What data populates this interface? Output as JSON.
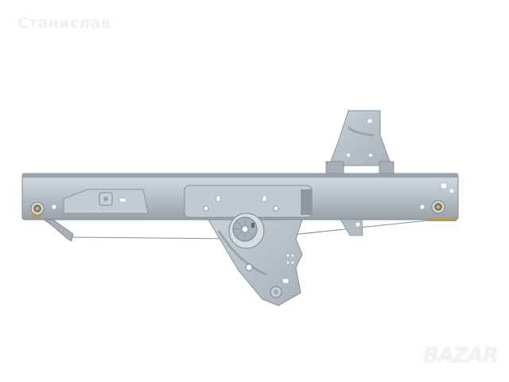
{
  "image": {
    "subject": "car window regulator (metal rail with cable drum mechanism)",
    "background_color": "#ffffff",
    "metal_color": "#b7c0c8"
  },
  "watermarks": {
    "top_left": "Станислав",
    "bottom_right": "BAZAR"
  }
}
